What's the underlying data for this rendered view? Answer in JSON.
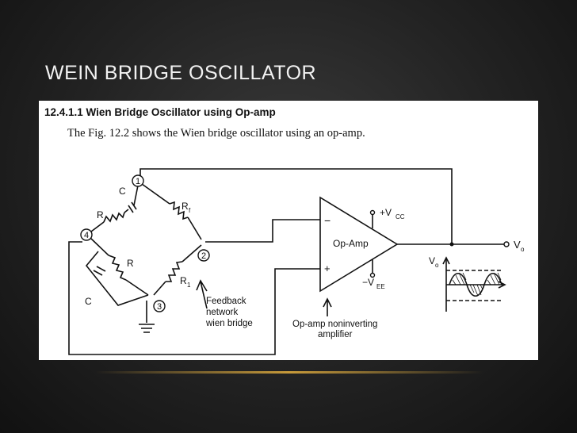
{
  "slide": {
    "title": "WEIN BRIDGE OSCILLATOR"
  },
  "figure": {
    "heading": "12.4.1.1 Wien Bridge Oscillator using Op-amp",
    "subtext": "The Fig. 12.2 shows the Wien bridge oscillator using an op-amp.",
    "nodes": [
      "1",
      "2",
      "3",
      "4"
    ],
    "components": {
      "c_series": "C",
      "r_series": "R",
      "rf": "R",
      "rf_sub": "f",
      "r_parallel": "R",
      "c_parallel": "C",
      "r1": "R",
      "r1_sub": "1"
    },
    "opamp": {
      "label": "Op-Amp",
      "minus": "−",
      "plus": "+",
      "vcc": "+V",
      "vcc_sub": "CC",
      "vee": "−V",
      "vee_sub": "EE"
    },
    "output": {
      "label": "V",
      "sub": "o"
    },
    "waveform_axis": {
      "label": "V",
      "sub": "o"
    },
    "annotations": {
      "feedback": [
        "Feedback",
        "network",
        "wien bridge"
      ],
      "amplifier": [
        "Op-amp noninverting",
        "amplifier"
      ]
    }
  }
}
